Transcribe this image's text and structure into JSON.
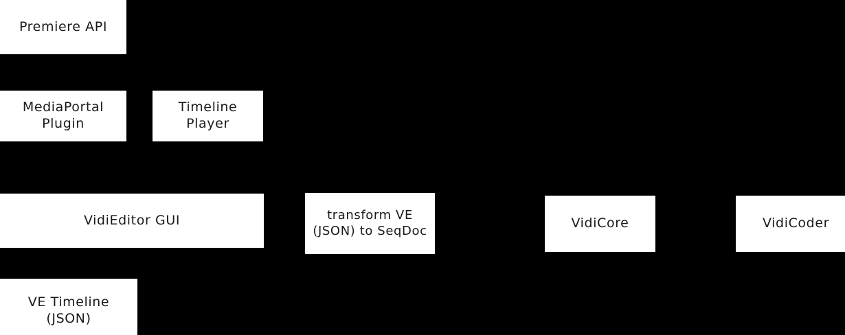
{
  "diagram": {
    "background_color": "#000000",
    "node_fill_color": "#ffffff",
    "node_text_color": "#1a1a1a",
    "nodes": [
      {
        "id": "premiere-api",
        "label": "Premiere API"
      },
      {
        "id": "mediaportal-plugin",
        "label": "MediaPortal Plugin"
      },
      {
        "id": "timeline-player",
        "label": "Timeline Player"
      },
      {
        "id": "vidieditor-gui",
        "label": "VidiEditor GUI"
      },
      {
        "id": "transform-ve",
        "label": "transform VE\n(JSON) to SeqDoc"
      },
      {
        "id": "vidicore",
        "label": "VidiCore"
      },
      {
        "id": "vidicoder",
        "label": "VidiCoder"
      },
      {
        "id": "ve-timeline-json",
        "label": "VE Timeline (JSON)"
      }
    ]
  }
}
